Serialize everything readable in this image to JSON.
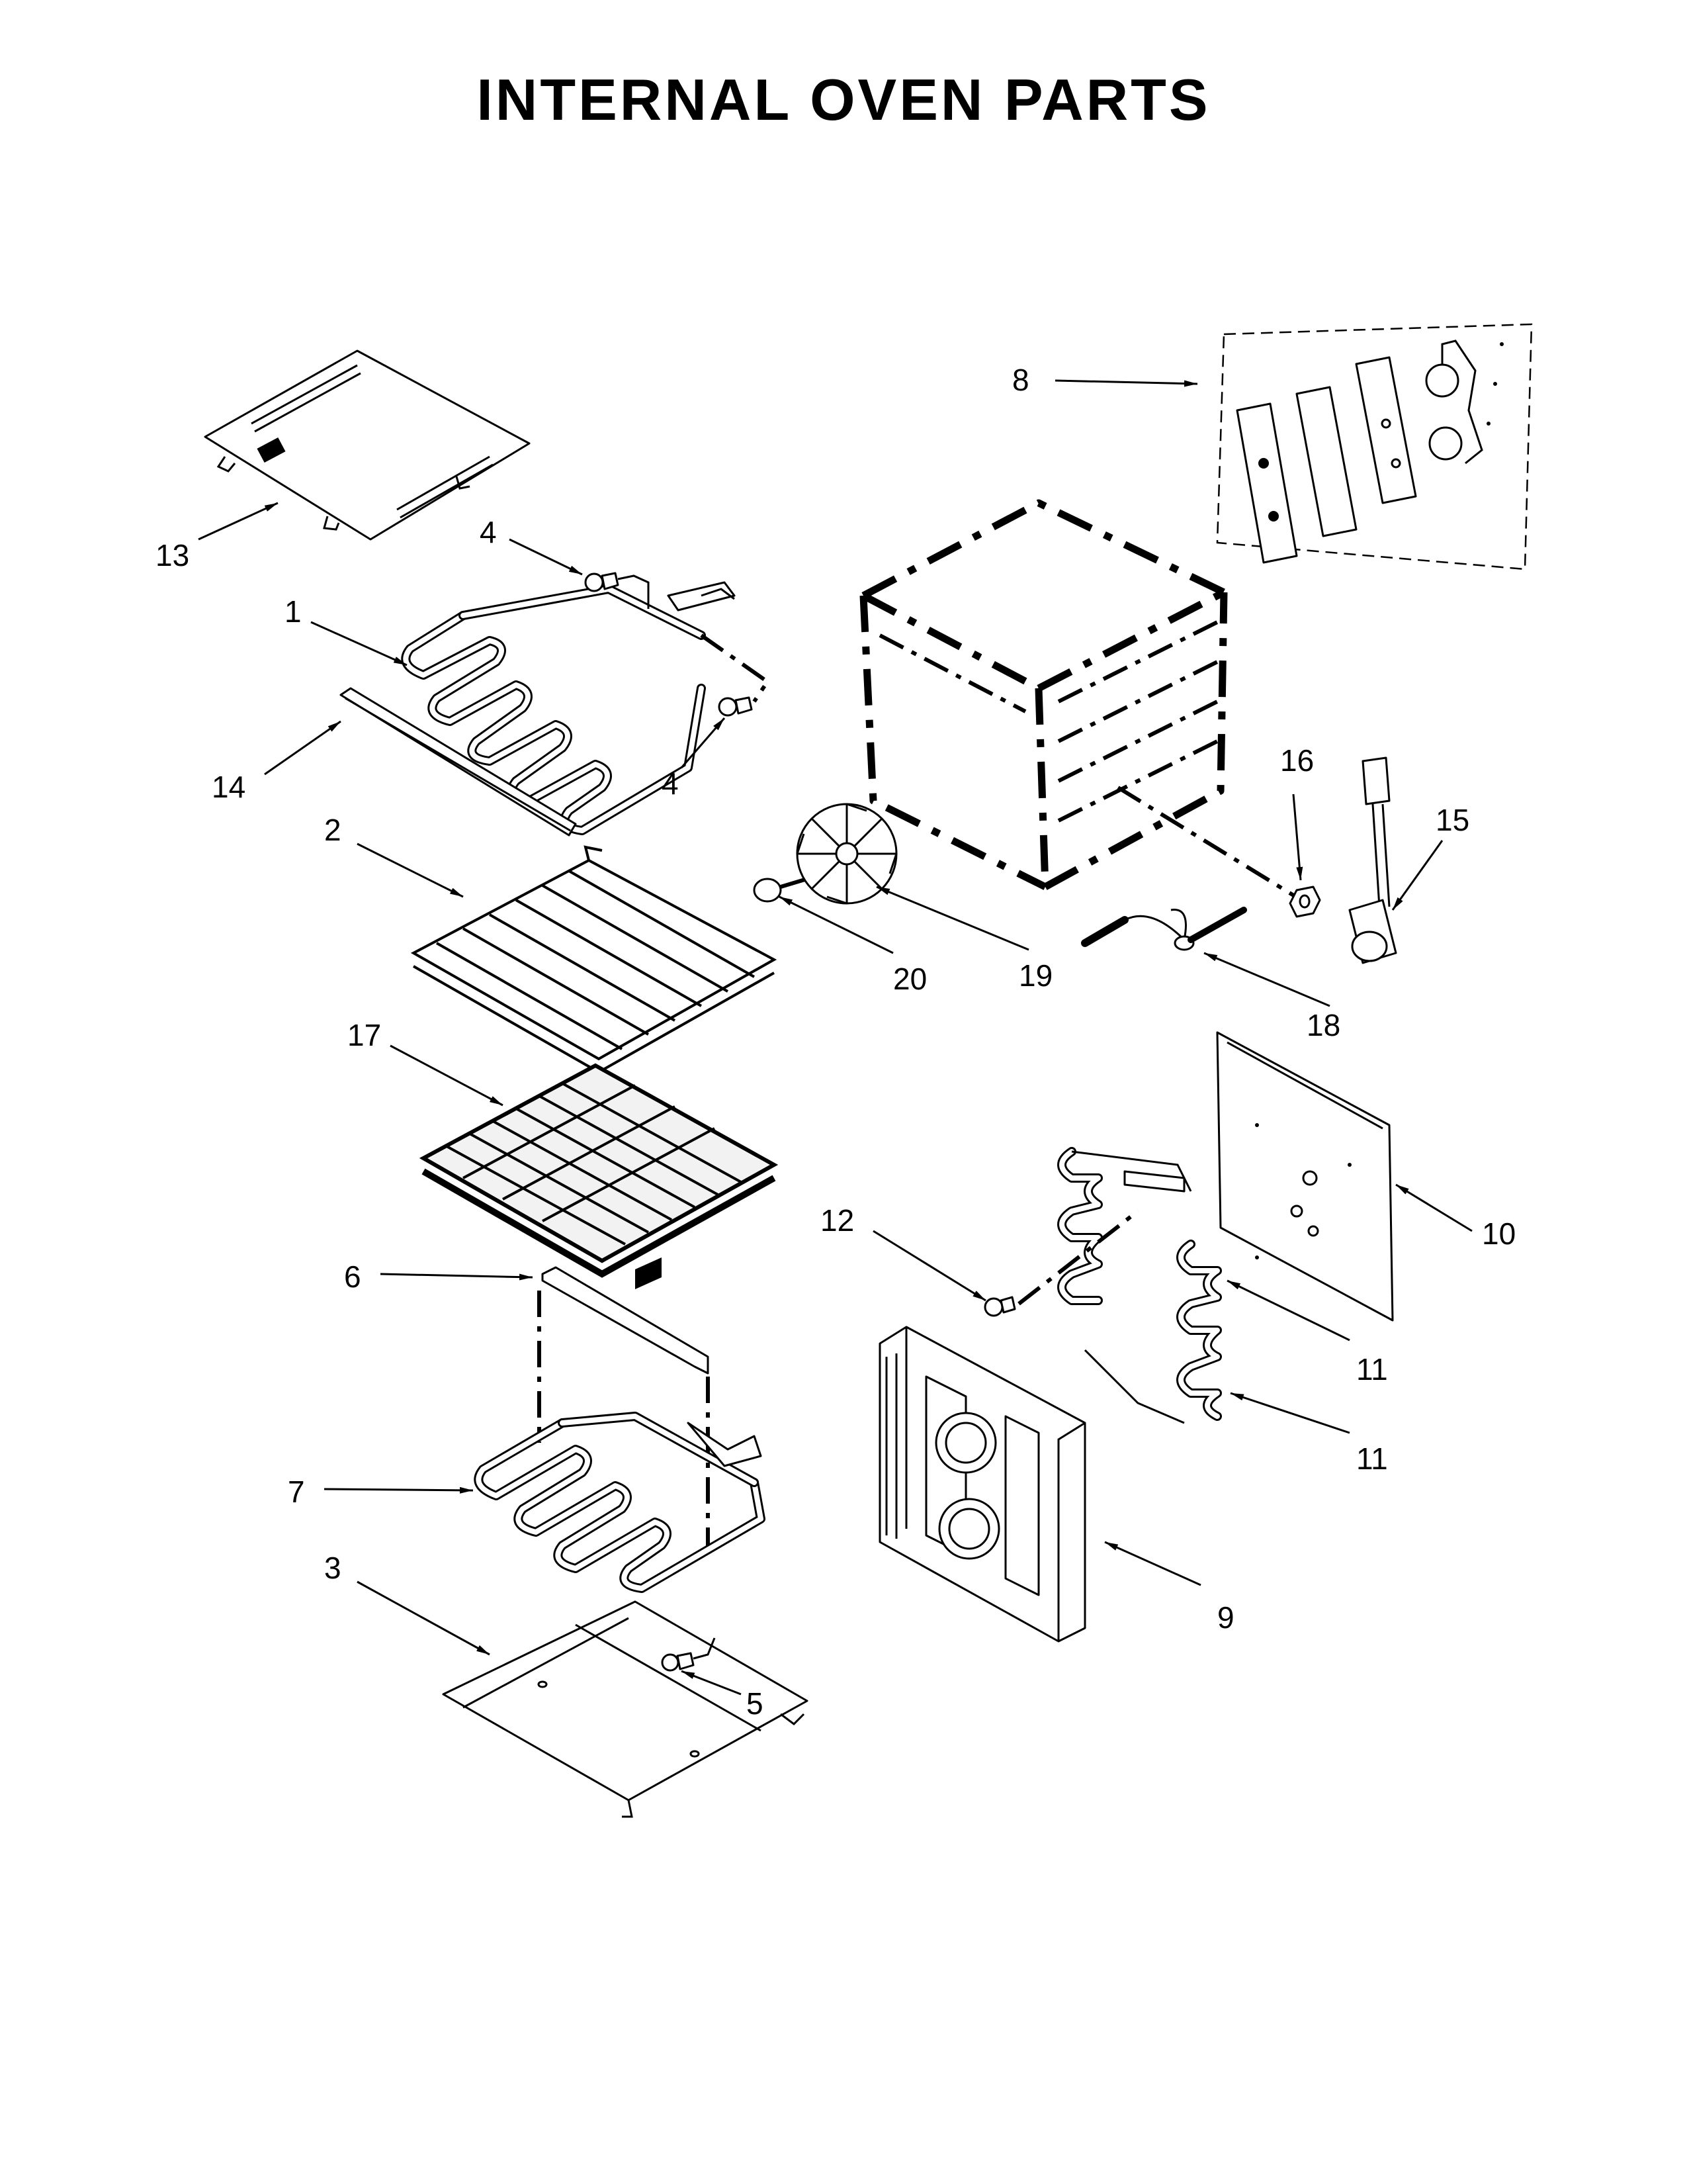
{
  "title": "INTERNAL OVEN PARTS",
  "callouts": [
    {
      "id": "callout-13",
      "label": "13"
    },
    {
      "id": "callout-4a",
      "label": "4"
    },
    {
      "id": "callout-1",
      "label": "1"
    },
    {
      "id": "callout-14",
      "label": "14"
    },
    {
      "id": "callout-4b",
      "label": "4"
    },
    {
      "id": "callout-2",
      "label": "2"
    },
    {
      "id": "callout-17",
      "label": "17"
    },
    {
      "id": "callout-6",
      "label": "6"
    },
    {
      "id": "callout-7",
      "label": "7"
    },
    {
      "id": "callout-3",
      "label": "3"
    },
    {
      "id": "callout-5",
      "label": "5"
    },
    {
      "id": "callout-8",
      "label": "8"
    },
    {
      "id": "callout-16",
      "label": "16"
    },
    {
      "id": "callout-15",
      "label": "15"
    },
    {
      "id": "callout-20",
      "label": "20"
    },
    {
      "id": "callout-19",
      "label": "19"
    },
    {
      "id": "callout-18",
      "label": "18"
    },
    {
      "id": "callout-12",
      "label": "12"
    },
    {
      "id": "callout-10",
      "label": "10"
    },
    {
      "id": "callout-11a",
      "label": "11"
    },
    {
      "id": "callout-11b",
      "label": "11"
    },
    {
      "id": "callout-9",
      "label": "9"
    }
  ]
}
